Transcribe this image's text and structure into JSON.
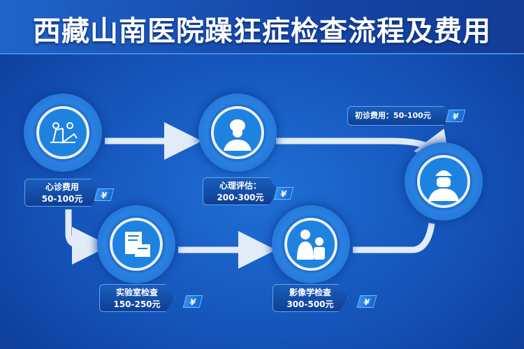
{
  "title": "西藏山南医院躁狂症检查流程及费用",
  "steps": [
    {
      "name": "心诊费用",
      "price": "50-100元",
      "icon": "consultation-icon"
    },
    {
      "name": "心理评估：",
      "price": "200-300元",
      "icon": "doctor-icon"
    },
    {
      "name": "实验室检查",
      "price": "150-250元",
      "icon": "lab-report-icon"
    },
    {
      "name": "影像学检查",
      "price": "300-500元",
      "icon": "imaging-doctor-icon"
    }
  ],
  "initial": {
    "text": "初诊费用：50-100元",
    "icon": "doctor-mask-icon"
  },
  "currency": "¥",
  "colors": {
    "background": "#1553b8",
    "arrow": "#e2ecf8",
    "accent": "#2f8ff0"
  }
}
